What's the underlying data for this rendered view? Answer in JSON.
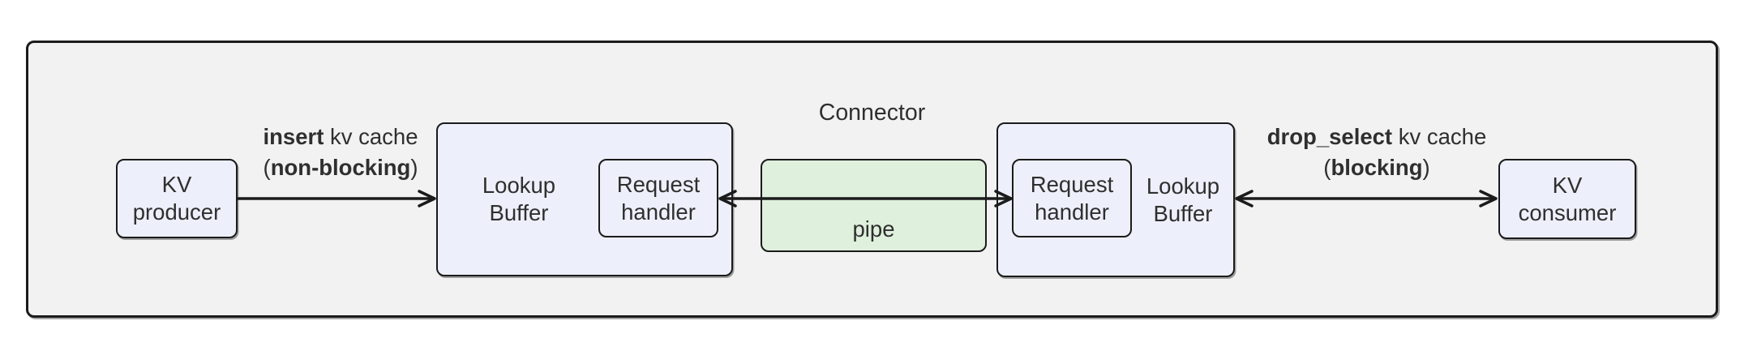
{
  "title": "Connector",
  "nodes": {
    "kv_producer": "KV\nproducer",
    "kv_consumer": "KV\nconsumer",
    "lookup_buffer_left": "Lookup\nBuffer",
    "lookup_buffer_right": "Lookup\nBuffer",
    "request_handler_left": "Request\nhandler",
    "request_handler_right": "Request\nhandler",
    "pipe": "pipe"
  },
  "edges": {
    "insert": {
      "line1_bold": "insert",
      "line1_rest": " kv cache",
      "line2_open": "(",
      "line2_bold": "non-blocking",
      "line2_close": ")"
    },
    "drop_select": {
      "line1_bold": "drop_select",
      "line1_rest": " kv cache",
      "line2_open": "(",
      "line2_bold": "blocking",
      "line2_close": ")"
    }
  },
  "colors": {
    "container_fill": "#f2f2f2",
    "node_fill": "#edf0fa",
    "pipe_fill": "#dff0dd",
    "stroke": "#1b1b1b",
    "text": "#2f2f2f"
  }
}
